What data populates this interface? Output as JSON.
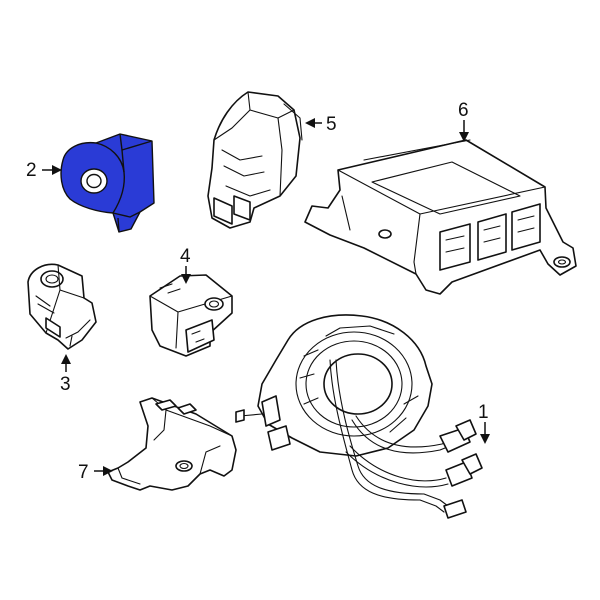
{
  "highlight_color": "#2a3bd6",
  "callouts": [
    {
      "id": "1",
      "label": "1"
    },
    {
      "id": "2",
      "label": "2"
    },
    {
      "id": "3",
      "label": "3"
    },
    {
      "id": "4",
      "label": "4"
    },
    {
      "id": "5",
      "label": "5"
    },
    {
      "id": "6",
      "label": "6"
    },
    {
      "id": "7",
      "label": "7"
    }
  ],
  "highlighted_part": "2"
}
